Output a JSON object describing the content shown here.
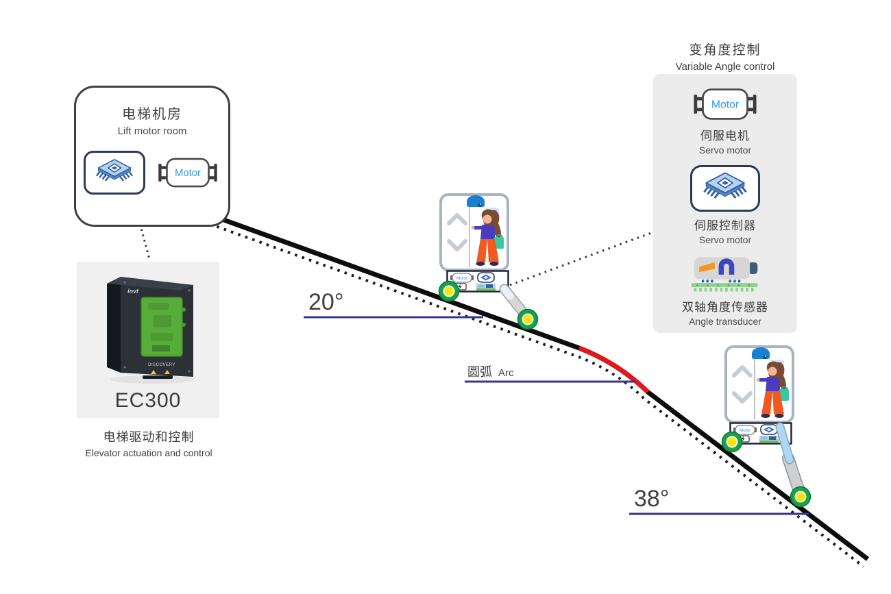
{
  "machine_room": {
    "title_zh": "电梯机房",
    "title_en": "Lift motor room",
    "motor_label": "Motor"
  },
  "controller": {
    "brand": "invt",
    "series": "DISCOVERY",
    "model": "EC300",
    "caption_zh": "电梯驱动和控制",
    "caption_en": "Elevator actuation and control"
  },
  "variable_angle": {
    "title_zh": "变角度控制",
    "title_en": "Variable Angle control",
    "motor_label": "Motor",
    "items": [
      {
        "label_zh": "伺服电机",
        "label_en": "Servo motor"
      },
      {
        "label_zh": "伺服控制器",
        "label_en": "Servo motor"
      },
      {
        "label_zh": "双轴角度传感器",
        "label_en": "Angle transducer"
      }
    ]
  },
  "annotations": {
    "upper_angle": "20°",
    "lower_angle": "38°",
    "arc_zh": "圆弧",
    "arc_en": "Arc"
  },
  "cab": {
    "mini_motor_label": "Motor"
  },
  "colors": {
    "baseline_navy": "#34349b",
    "arc_red": "#e1171e",
    "slope_black": "#111111",
    "wheel_green": "#18a14b",
    "wheel_hub_yellow": "#f7e70a",
    "motor_text_blue": "#2e9be6",
    "chip_blue": "#2b5fa8",
    "panel_gray": "#ececec",
    "pants_orange": "#f0591f",
    "bag_teal": "#38c6a5"
  }
}
